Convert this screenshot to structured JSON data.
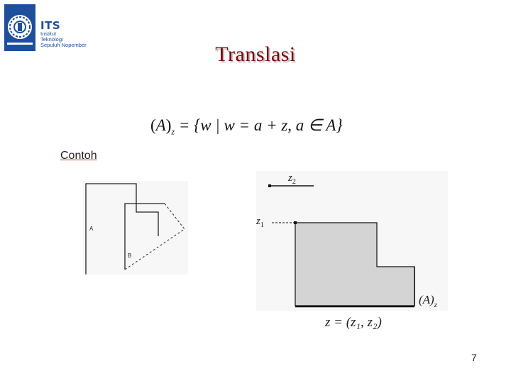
{
  "logo": {
    "name": "ITS",
    "lines": [
      "Institut",
      "Teknologi",
      "Sepuluh Nopember"
    ]
  },
  "slide": {
    "title": "Translasi",
    "formula": {
      "set": "A",
      "subscript": "z",
      "rhs": "= {w | w = a + z, a ∈ A}"
    },
    "example_label": "Contoh",
    "page_number": "7"
  },
  "figure_left": {
    "label_a": "A",
    "label_b": "B"
  },
  "figure_right": {
    "label_z2": "z",
    "label_z2_sub": "2",
    "label_z1": "z",
    "label_z1_sub": "1",
    "label_az": "(A)",
    "label_az_sub": "z",
    "caption": "z = (z₁, z₂)"
  },
  "colors": {
    "title": "#7a0a0a",
    "logo_blue": "#1e4f9c",
    "shape_fill": "#d4d4d4"
  }
}
